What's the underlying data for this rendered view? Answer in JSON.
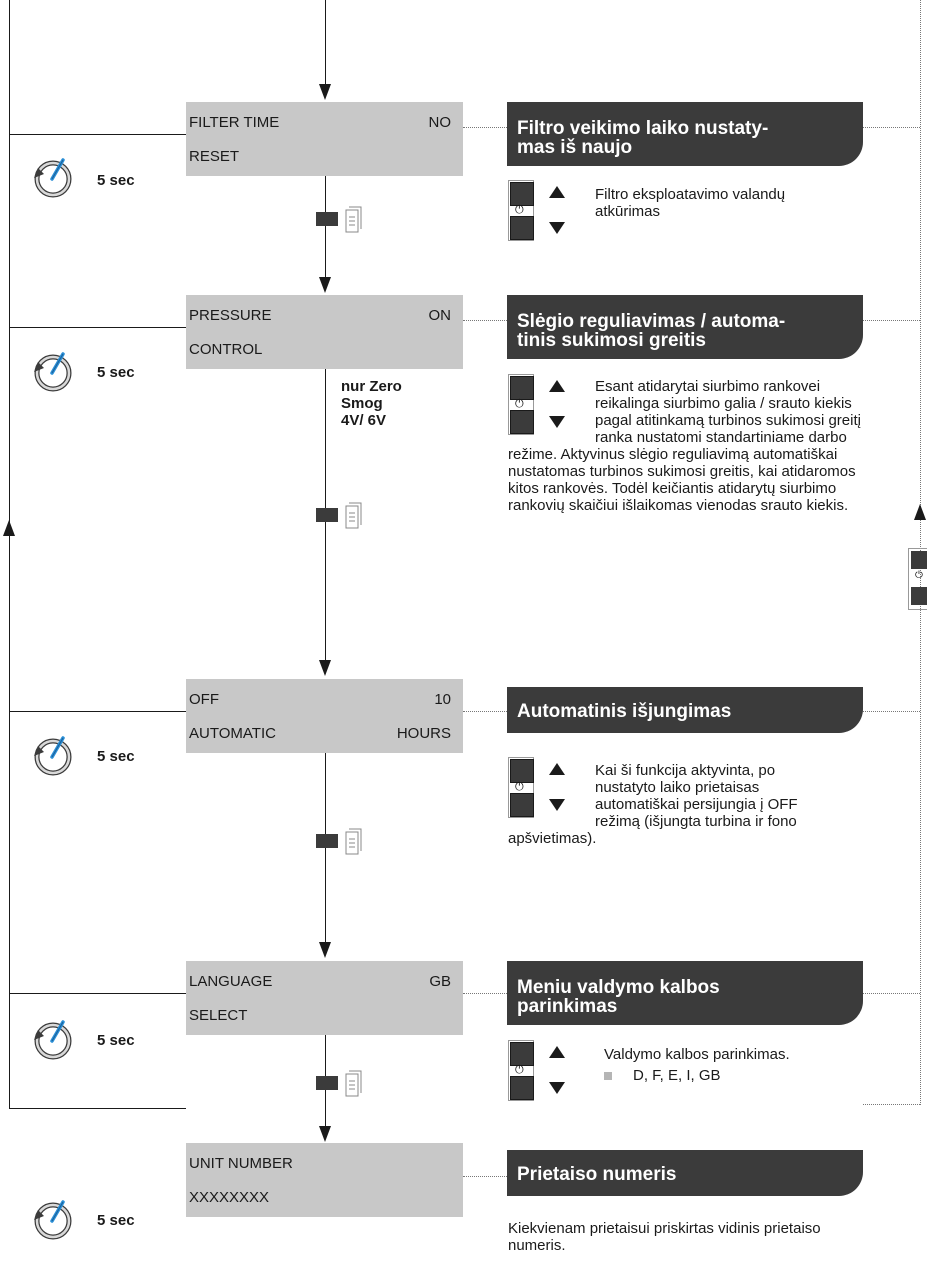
{
  "timer_label": "5 sec",
  "menu": [
    {
      "id": "filter",
      "line1_left": "FILTER TIME",
      "line1_right": "NO",
      "line2_left": "RESET",
      "line2_right": "",
      "title": "Filtro veikimo laiko nustaty-\nmas iš naujo",
      "text": "Filtro eksploatavimo valandų atkūrimas"
    },
    {
      "id": "pressure",
      "line1_left": "PRESSURE",
      "line1_right": "ON",
      "line2_left": "CONTROL",
      "line2_right": "",
      "title": "Slėgio reguliavimas / automa-\ntinis sukimosi greitis",
      "note": "nur Zero\nSmog\n4V/ 6V",
      "text": "Esant atidarytai siurbimo rankovei reikalinga siurbimo galia / srauto kiekis pagal atitinkamą turbinos sukimosi greitį ranka nustatomi standartiniame darbo režime. Aktyvinus slėgio reguliavimą automatiškai nustatomas turbinos sukimosi greitis, kai atidaromos kitos rankovės. Todėl keičiantis atidarytų siurbimo rankovių skaičiui išlaikomas vienodas srauto kiekis."
    },
    {
      "id": "off",
      "line1_left": "OFF",
      "line1_right": "10",
      "line2_left": "AUTOMATIC",
      "line2_right": "HOURS",
      "title": "Automatinis išjungimas",
      "text": "Kai ši funkcija aktyvinta, po nustatyto laiko prietaisas automatiškai persijungia į OFF režimą (išjungta turbina ir fono apšvietimas)."
    },
    {
      "id": "language",
      "line1_left": "LANGUAGE",
      "line1_right": "GB",
      "line2_left": "SELECT",
      "line2_right": "",
      "title": "Meniu valdymo kalbos\nparinkimas",
      "text": "Valdymo kalbos parinkimas.",
      "bullet": "D, F, E, I, GB"
    },
    {
      "id": "unit",
      "line1_left": "UNIT NUMBER",
      "line1_right": "",
      "line2_left": "XXXXXXXX",
      "line2_right": "",
      "title": "Prietaiso numeris",
      "text": "Kiekvienam prietaisui priskirtas vidinis prietaiso numeris."
    }
  ],
  "colors": {
    "lcd_bg": "#c8c8c8",
    "header_bg": "#3b3b3b",
    "accent_blue": "#2a8fd6"
  },
  "icons": [
    "timer-icon",
    "up-arrow-icon",
    "down-arrow-icon",
    "power-icon",
    "document-icon"
  ]
}
